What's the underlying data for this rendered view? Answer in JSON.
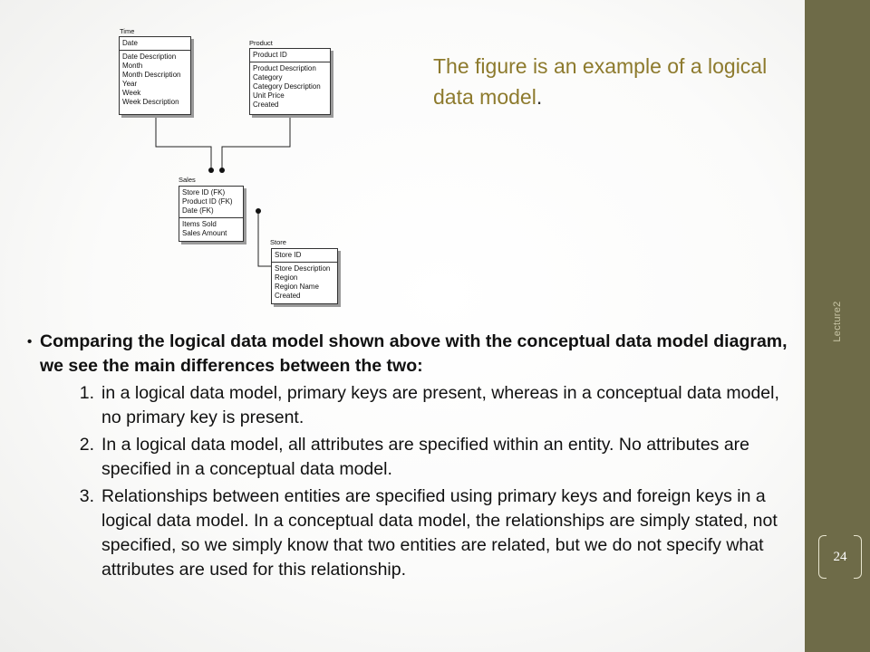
{
  "diagram": {
    "time": {
      "title": "Time",
      "key": [
        "Date"
      ],
      "attrs": [
        "Date Description",
        "Month",
        "Month Description",
        "Year",
        "Week",
        "Week Description"
      ]
    },
    "product": {
      "title": "Product",
      "key": [
        "Product ID"
      ],
      "attrs": [
        "Product Description",
        "Category",
        "Category Description",
        "Unit Price",
        "Created"
      ]
    },
    "sales": {
      "title": "Sales",
      "key": [
        "Store ID (FK)",
        "Product ID (FK)",
        "Date (FK)"
      ],
      "attrs": [
        "Items Sold",
        "Sales Amount"
      ]
    },
    "store": {
      "title": "Store",
      "key": [
        "Store ID"
      ],
      "attrs": [
        "Store Description",
        "Region",
        "Region Name",
        "Created"
      ]
    }
  },
  "caption": {
    "text": "The figure is an example of a logical data model",
    "period": "."
  },
  "bullet": "Comparing the logical data model shown above with the conceptual data model diagram, we see the main differences between the two:",
  "points": [
    {
      "num": "1.",
      "text": "in a logical data model, primary keys are present, whereas in a conceptual data model, no primary key is present."
    },
    {
      "num": "2.",
      "text": "In a logical data model, all attributes are specified within an entity. No attributes are specified in a conceptual data model."
    },
    {
      "num": "3.",
      "text": "Relationships between entities are specified using primary keys and foreign keys in a logical data model. In a conceptual data model, the relationships are simply stated, not specified, so we simply know that two entities are related, but we do not specify what attributes are used for this relationship."
    }
  ],
  "sidebar": {
    "vertical_label": "Lecture2",
    "page_number": "24"
  },
  "colors": {
    "sidebar": "#6e6b48",
    "caption": "#8d7a2d",
    "page_bracket": "#e8e5cf"
  }
}
